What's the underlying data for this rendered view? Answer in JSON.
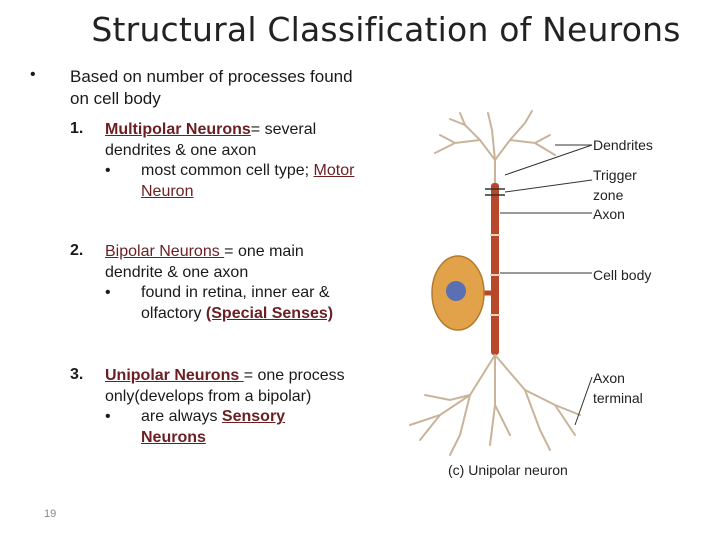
{
  "title": "Structural Classification of Neurons",
  "main_bullet": "•",
  "main_text": "Based on number of processes found on cell body",
  "items": [
    {
      "num": "1.",
      "name": "Multipolar",
      "name_gap": " ",
      "name2": "Neurons",
      "after_name": "=",
      "desc": " several dendrites & one axon",
      "sub_bullet": "•",
      "sub_text": "most common cell type;",
      "sub_link": "Motor Neuron"
    },
    {
      "num": "2.",
      "name": "Bipolar Neurons ",
      "after_name": "= one main dendrite & one axon",
      "sub_bullet": "•",
      "sub_text": "found in retina, inner ear & olfactory ",
      "sub_link": "(Special Senses)"
    },
    {
      "num": "3.",
      "name": "Unipolar Neurons ",
      "after_name": "= one process only(develops from a bipolar)",
      "sub_bullet": "•",
      "sub_text": "are always ",
      "sub_link1": "Sensory",
      "sub_link2": "Neurons"
    }
  ],
  "figure": {
    "labels": {
      "dendrites": "Dendrites",
      "trigger": "Trigger",
      "zone": "zone",
      "axon": "Axon",
      "cell_body": "Cell body",
      "axon_terminal_1": "Axon",
      "axon_terminal_2": "terminal"
    },
    "caption": "(c) Unipolar neuron",
    "colors": {
      "axon": "#b8482a",
      "cell_body": "#e2a24a",
      "nucleus": "#5b6fb3",
      "branches": "#c9b49a"
    }
  },
  "slide_number": "19"
}
